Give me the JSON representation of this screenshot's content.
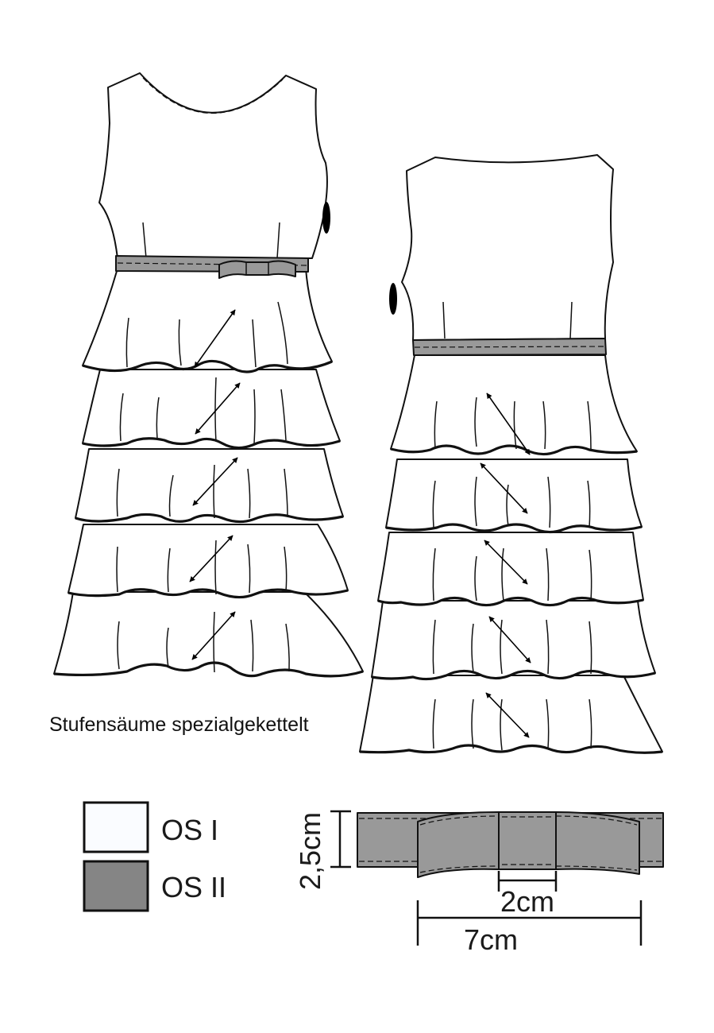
{
  "caption": "Stufensäume spezialgekettelt",
  "legend": [
    {
      "label": "OS I",
      "color": "#fafcff"
    },
    {
      "label": "OS II",
      "color": "#858585"
    }
  ],
  "bow_detail": {
    "height_label": "2,5cm",
    "knot_label": "2cm",
    "width_label": "7cm"
  },
  "colors": {
    "outline": "#111111",
    "contrast": "#999999"
  }
}
